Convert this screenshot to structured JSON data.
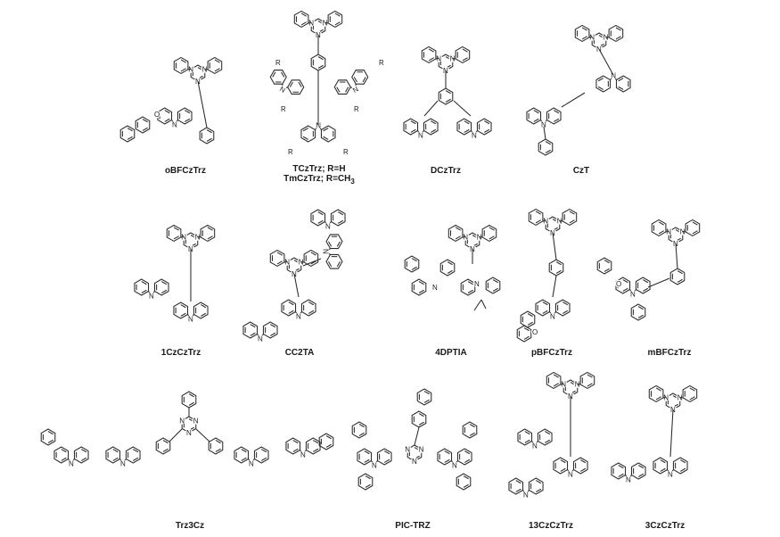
{
  "compounds": [
    {
      "label": "oBFCzTrz"
    },
    {
      "label": "TCzTrz; R=H",
      "label2": "TmCzTrz; R=CH",
      "label2_sub": "3"
    },
    {
      "label": "DCzTrz"
    },
    {
      "label": "CzT"
    },
    {
      "label": "1CzCzTrz"
    },
    {
      "label": "CC2TA"
    },
    {
      "label": "4DPTIA"
    },
    {
      "label": "pBFCzTrz"
    },
    {
      "label": "mBFCzTrz"
    },
    {
      "label": "Trz3Cz"
    },
    {
      "label": "PIC-TRZ"
    },
    {
      "label": "13CzCzTrz"
    },
    {
      "label": "3CzCzTrz"
    }
  ],
  "atom_labels": {
    "nitrogen": "N",
    "oxygen": "O",
    "substituent": "R"
  },
  "colors": {
    "line": "#2a2a2a",
    "background": "#ffffff",
    "text": "#1a1a1a"
  }
}
